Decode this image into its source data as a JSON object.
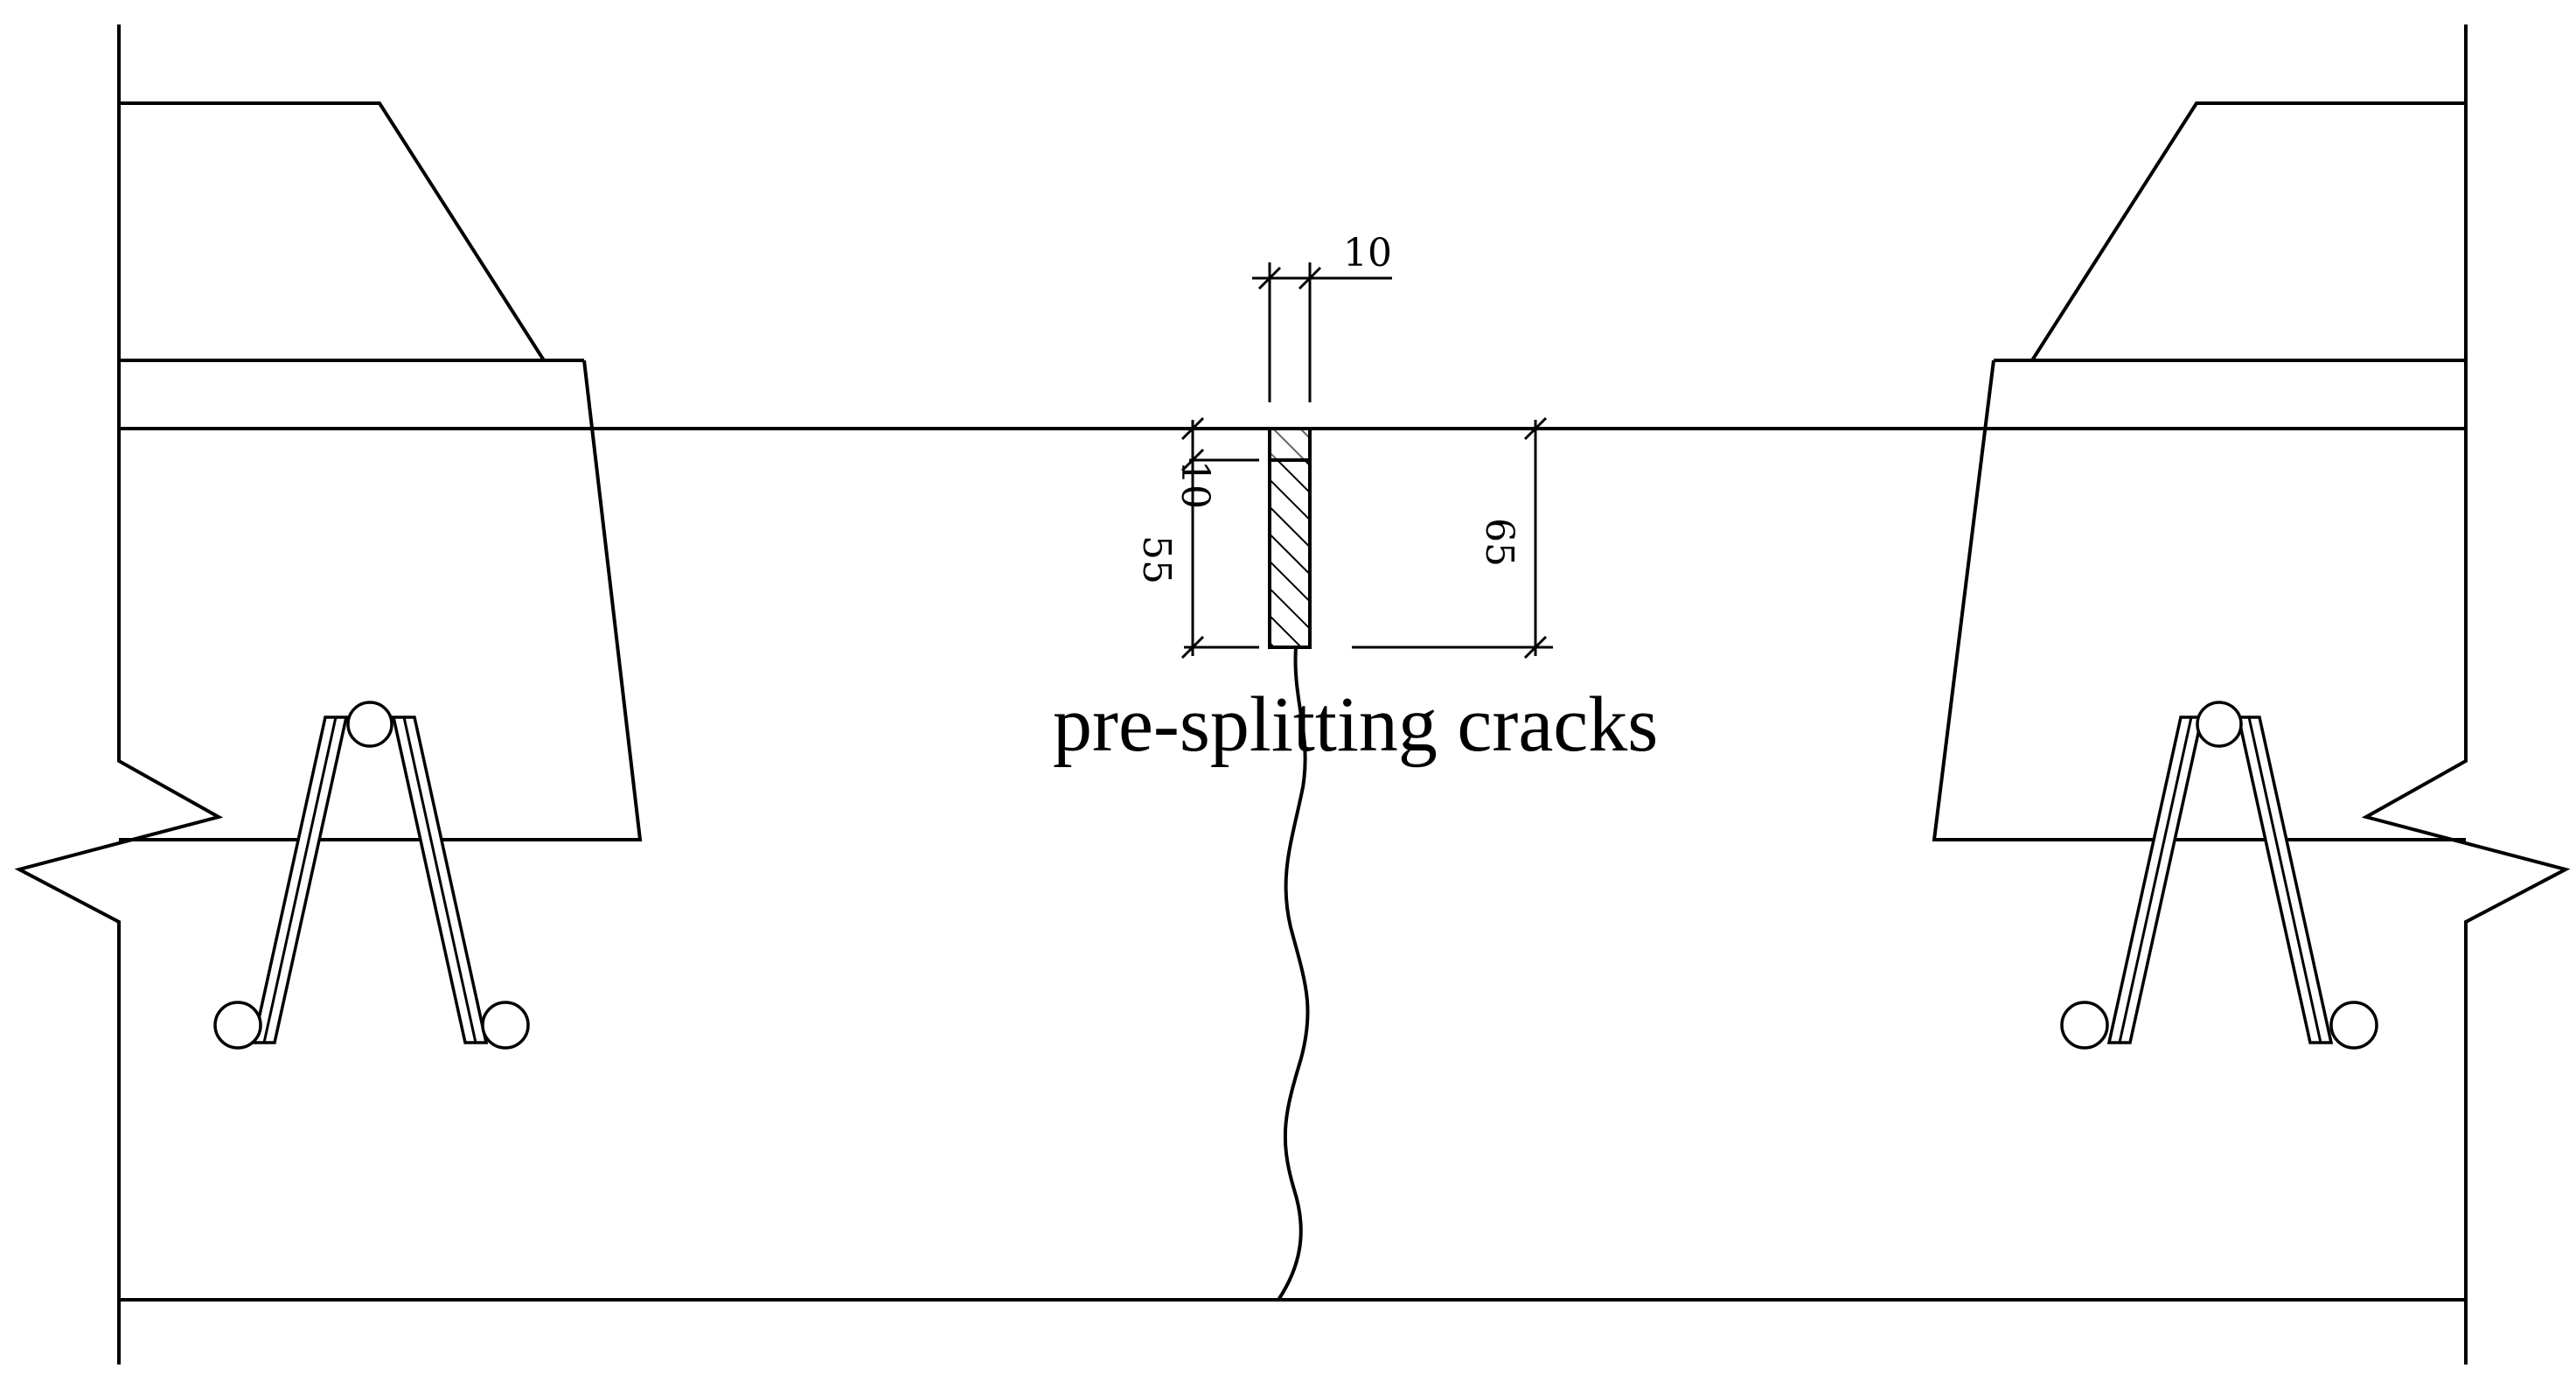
{
  "caption": "pre-splitting cracks",
  "dimensions": {
    "width_top": "10",
    "upper_small": "10",
    "left_depth": "55",
    "right_depth": "65"
  }
}
